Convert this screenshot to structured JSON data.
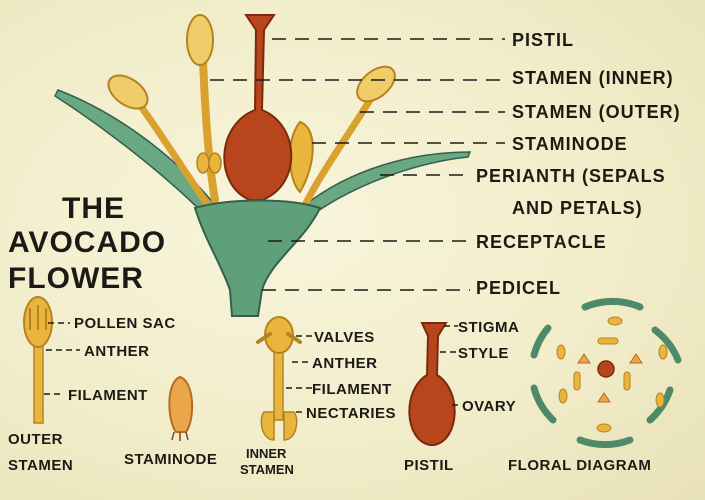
{
  "title": [
    "THE",
    "AVOCADO",
    "FLOWER"
  ],
  "main_labels": {
    "pistil": "PISTIL",
    "stamen_inner": "STAMEN (INNER)",
    "stamen_outer": "STAMEN (OUTER)",
    "staminode": "STAMINODE",
    "perianth_1": "PERIANTH (SEPALS",
    "perianth_2": "AND PETALS)",
    "receptacle": "RECEPTACLE",
    "pedicel": "PEDICEL"
  },
  "outer_stamen": {
    "pollen_sac": "POLLEN SAC",
    "anther": "ANTHER",
    "filament": "FILAMENT",
    "caption_1": "OUTER",
    "caption_2": "STAMEN"
  },
  "staminode_caption": "STAMINODE",
  "inner_stamen": {
    "valves": "VALVES",
    "anther": "ANTHER",
    "filament": "FILAMENT",
    "nectaries": "NECTARIES",
    "caption_1": "INNER",
    "caption_2": "STAMEN"
  },
  "pistil_detail": {
    "stigma": "STIGMA",
    "style": "STYLE",
    "ovary": "OVARY",
    "caption": "PISTIL"
  },
  "floral_diagram_caption": "FLORAL DIAGRAM",
  "colors": {
    "background": "#f3efcf",
    "receptacle_green": "#5fa07a",
    "stamen_yellow": "#e9b53c",
    "pistil_red": "#b8461c",
    "ink": "#1c1a16"
  }
}
